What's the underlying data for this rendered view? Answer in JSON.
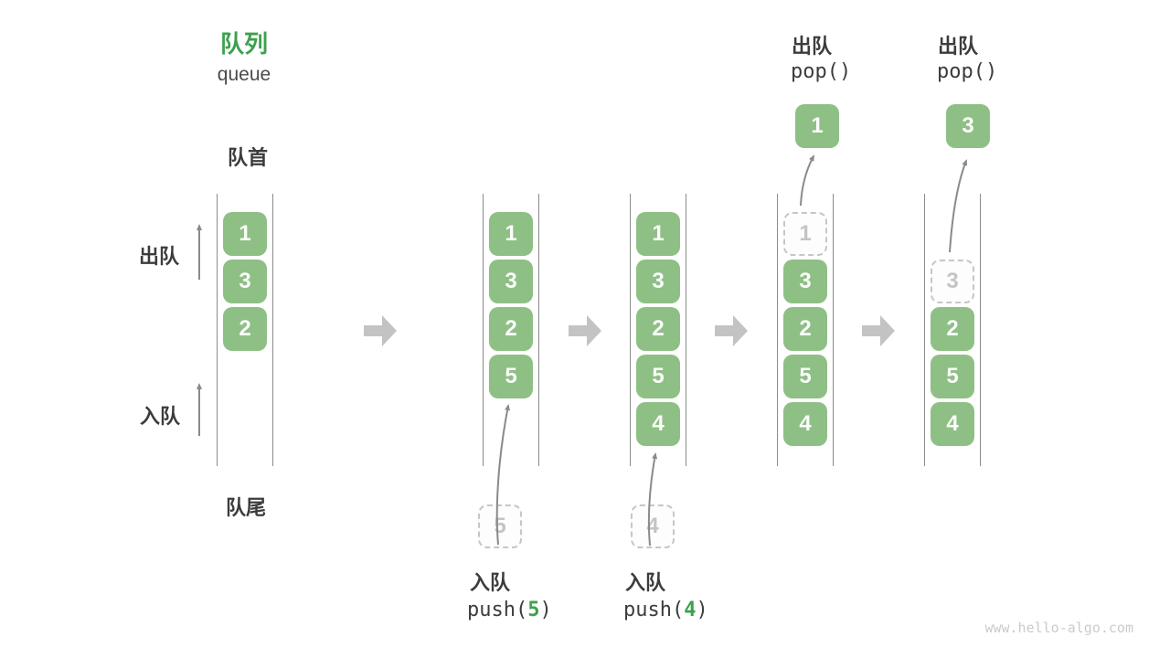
{
  "title": {
    "zh": "队列",
    "en": "queue"
  },
  "labels": {
    "front": "队首",
    "rear": "队尾",
    "dequeue": "出队",
    "enqueue": "入队"
  },
  "states": {
    "s1": {
      "slot0": "1",
      "slot1": "3",
      "slot2": "2"
    },
    "s2": {
      "slot0": "1",
      "slot1": "3",
      "slot2": "2",
      "slot3": "5",
      "pending": "5",
      "op": "入队",
      "code_pre": "push(",
      "code_arg": "5",
      "code_post": ")"
    },
    "s3": {
      "slot0": "1",
      "slot1": "3",
      "slot2": "2",
      "slot3": "5",
      "slot4": "4",
      "pending": "4",
      "op": "入队",
      "code_pre": "push(",
      "code_arg": "4",
      "code_post": ")"
    },
    "s4": {
      "ghost": "1",
      "slot1": "3",
      "slot2": "2",
      "slot3": "5",
      "slot4": "4",
      "popped": "1",
      "op": "出队",
      "code": "pop()"
    },
    "s5": {
      "ghost": "3",
      "slot2": "2",
      "slot3": "5",
      "slot4": "4",
      "popped": "3",
      "op": "出队",
      "code": "pop()"
    }
  },
  "colors": {
    "box_green": "#8EC085",
    "accent_green": "#3DA14D",
    "big_arrow_gray": "#C3C3C3",
    "thin_arrow_gray": "#8A8A8A",
    "text_dark": "#3C3C3C",
    "ghost_gray": "#C4C4C4"
  },
  "watermark": "www.hello-algo.com"
}
